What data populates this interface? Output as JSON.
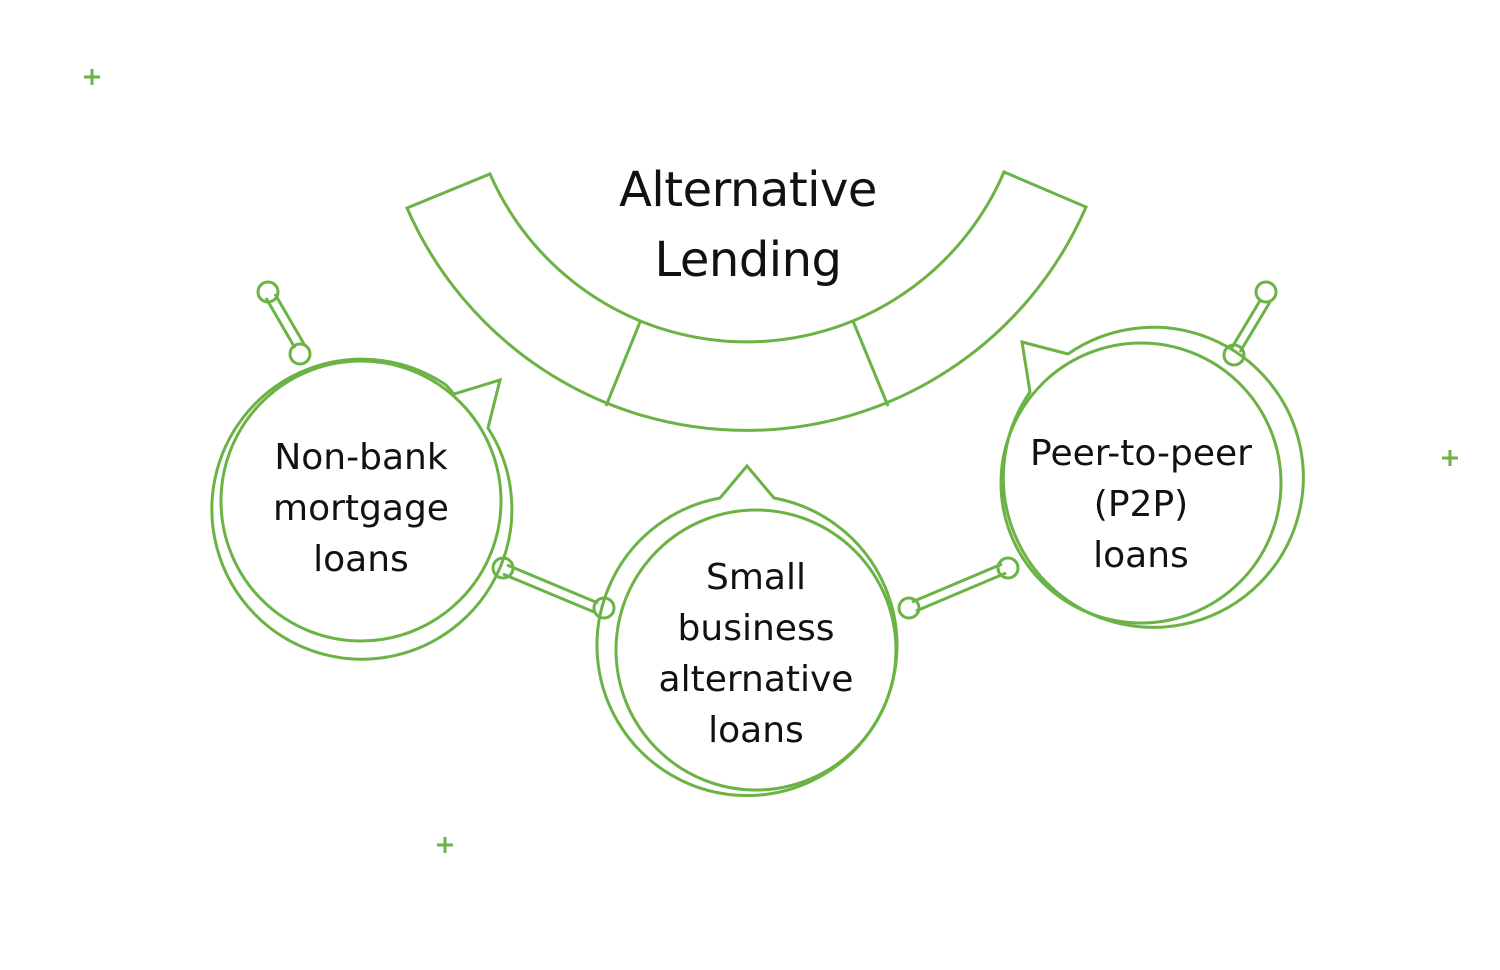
{
  "colors": {
    "accent": "#6ab344",
    "text": "#111111",
    "background": "#ffffff"
  },
  "title": {
    "line1": "Alternative",
    "line2": "Lending"
  },
  "nodes": [
    {
      "id": "non-bank",
      "lines": [
        "Non-bank",
        "mortgage",
        "loans"
      ]
    },
    {
      "id": "small-business",
      "lines": [
        "Small",
        "business",
        "alternative",
        "loans"
      ]
    },
    {
      "id": "p2p",
      "lines": [
        "Peer-to-peer",
        "(P2P)",
        "loans"
      ]
    }
  ],
  "decorations": {
    "plus_icon": "plus-icon"
  }
}
